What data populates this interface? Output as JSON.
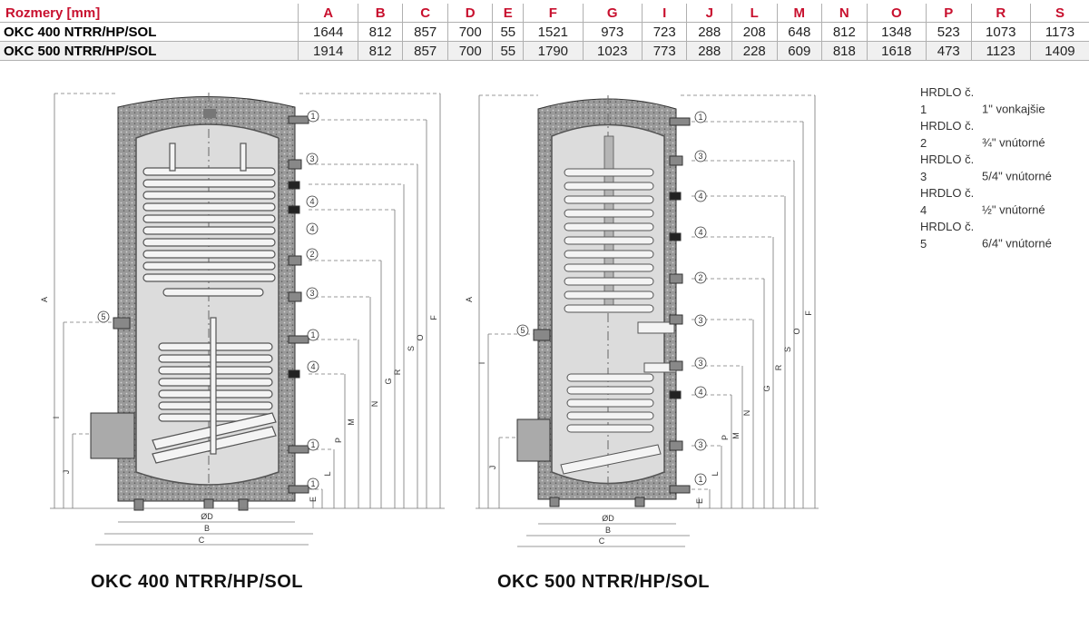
{
  "table": {
    "header": [
      "Rozmery [mm]",
      "A",
      "B",
      "C",
      "D",
      "E",
      "F",
      "G",
      "I",
      "J",
      "L",
      "M",
      "N",
      "O",
      "P",
      "R",
      "S"
    ],
    "rows": [
      {
        "model": "OKC 400 NTRR/HP/SOL",
        "values": [
          "1644",
          "812",
          "857",
          "700",
          "55",
          "1521",
          "973",
          "723",
          "288",
          "208",
          "648",
          "812",
          "1348",
          "523",
          "1073",
          "1173"
        ]
      },
      {
        "model": "OKC 500 NTRR/HP/SOL",
        "values": [
          "1914",
          "812",
          "857",
          "700",
          "55",
          "1790",
          "1023",
          "773",
          "288",
          "228",
          "609",
          "818",
          "1618",
          "473",
          "1123",
          "1409"
        ]
      }
    ]
  },
  "legend": [
    {
      "name": "HRDLO č. 1",
      "value": "1\" vonkajšie"
    },
    {
      "name": "HRDLO č. 2",
      "value": "¾\" vnútorné"
    },
    {
      "name": "HRDLO č. 3",
      "value": "5/4\" vnútorné"
    },
    {
      "name": "HRDLO č. 4",
      "value": "½\" vnútorné"
    },
    {
      "name": "HRDLO č. 5",
      "value": "6/4\" vnútorné"
    }
  ],
  "drawings": {
    "left": {
      "caption": "OKC 400 NTRR/HP/SOL",
      "dim_labels": {
        "A": "A",
        "F": "F",
        "O": "O",
        "S": "S",
        "R": "R",
        "G": "G",
        "N": "N",
        "M": "M",
        "P": "P",
        "L": "L",
        "E": "E",
        "I": "I",
        "J": "J",
        "D": "ØD",
        "B": "B",
        "C": "C"
      },
      "connector_numbers": [
        "1",
        "3",
        "4",
        "4",
        "2",
        "3",
        "1",
        "4",
        "1",
        "1",
        "5"
      ]
    },
    "right": {
      "caption": "OKC 500 NTRR/HP/SOL",
      "dim_labels": {
        "A": "A",
        "F": "F",
        "O": "O",
        "S": "S",
        "R": "R",
        "G": "G",
        "N": "N",
        "M": "M",
        "P": "P",
        "L": "L",
        "E": "E",
        "I": "I",
        "J": "J",
        "D": "ØD",
        "B": "B",
        "C": "C"
      },
      "connector_numbers": [
        "1",
        "3",
        "4",
        "4",
        "2",
        "3",
        "3",
        "4",
        "3",
        "1",
        "5"
      ]
    }
  }
}
